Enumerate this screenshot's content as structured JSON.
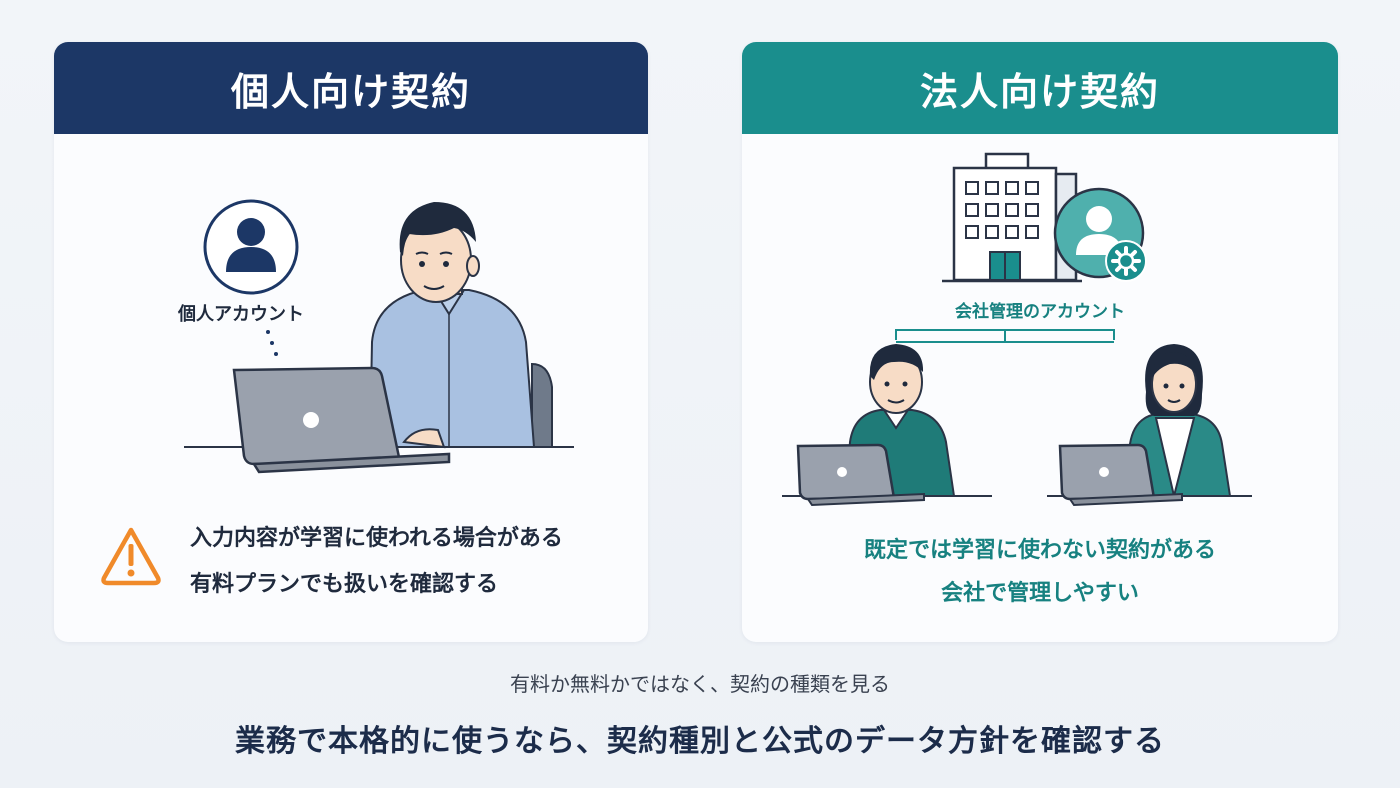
{
  "personal": {
    "title": "個人向け契約",
    "account_label": "個人アカウント",
    "lines": [
      "入力内容が学習に使われる場合がある",
      "有料プランでも扱いを確認する"
    ],
    "warning_icon": "warning-triangle-icon",
    "accent": "#1c3766",
    "warning_color": "#f08a2a"
  },
  "corporate": {
    "title": "法人向け契約",
    "account_label": "会社管理のアカウント",
    "lines": [
      "既定では学習に使わない契約がある",
      "会社で管理しやすい"
    ],
    "accent": "#1a8e8d"
  },
  "footer": {
    "subtitle": "有料か無料かではなく、契約の種類を見る",
    "headline": "業務で本格的に使うなら、契約種別と公式のデータ方針を確認する"
  }
}
